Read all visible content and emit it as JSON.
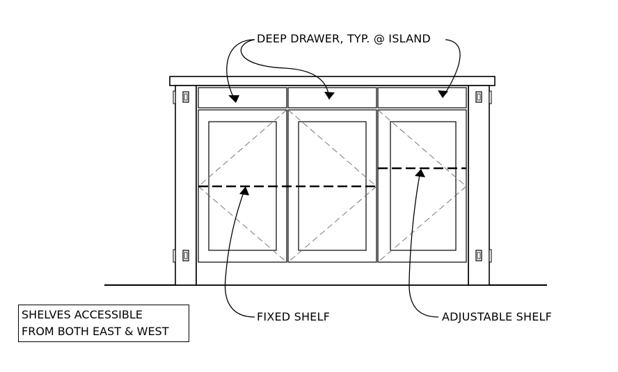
{
  "labels": {
    "deep_drawer": "DEEP DRAWER, TYP. @ ISLAND",
    "fixed_shelf": "FIXED SHELF",
    "adjustable_shelf": "ADJUSTABLE SHELF"
  },
  "note": {
    "line1": "SHELVES ACCESSIBLE",
    "line2": "FROM BOTH EAST & WEST"
  },
  "colors": {
    "line": "#000000",
    "dash_diagonal": "#666666",
    "background": "#ffffff"
  }
}
